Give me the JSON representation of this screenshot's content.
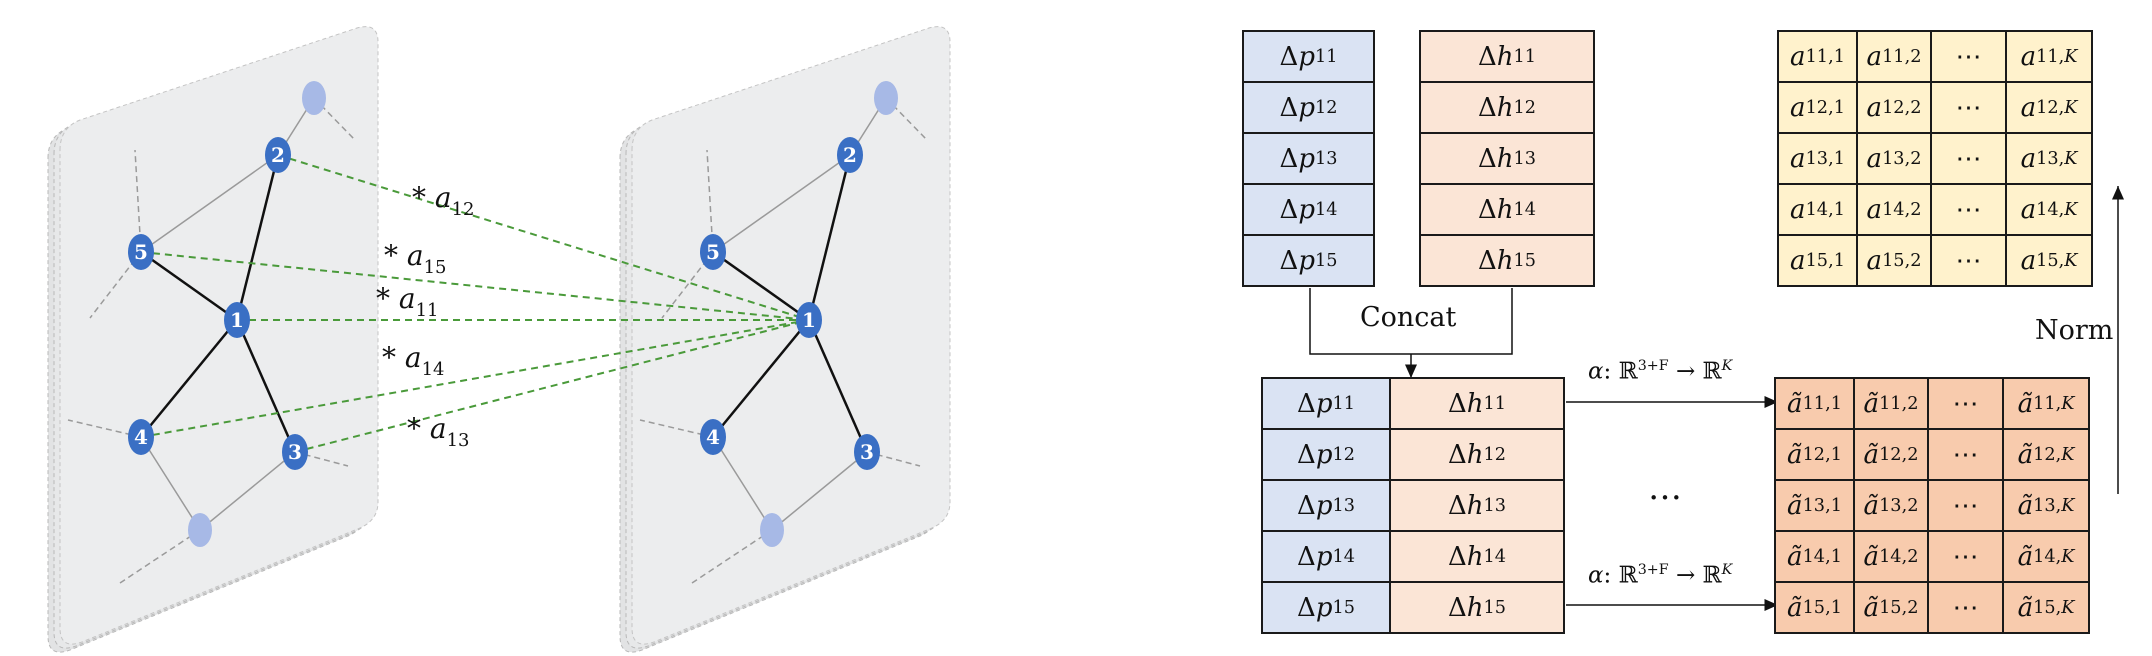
{
  "graph": {
    "nodes": [
      "1",
      "2",
      "3",
      "4",
      "5"
    ],
    "weights": [
      "12",
      "15",
      "11",
      "14",
      "13"
    ],
    "weight_symbol": "a",
    "weight_prefix": "* "
  },
  "delta_p": {
    "symbol": "Δ",
    "var": "p",
    "subs": [
      "11",
      "12",
      "13",
      "14",
      "15"
    ]
  },
  "delta_h": {
    "symbol": "Δ",
    "var": "h",
    "subs": [
      "11",
      "12",
      "13",
      "14",
      "15"
    ]
  },
  "concat_label": "Concat",
  "alpha_label": {
    "prefix": "α: ℝ",
    "exp": "3+F",
    "arrow": " → ℝ",
    "exp2": "K"
  },
  "ellipsis": "…",
  "cdots": "⋯",
  "a_matrix": {
    "var": "a",
    "row_subs": [
      "11",
      "12",
      "13",
      "14",
      "15"
    ],
    "col_subs": [
      "1",
      "2",
      "⋯",
      "K"
    ]
  },
  "a_tilde_matrix": {
    "var": "ã",
    "row_subs": [
      "11",
      "12",
      "13",
      "14",
      "15"
    ],
    "col_subs": [
      "1",
      "2",
      "⋯",
      "K"
    ]
  },
  "norm_label": "Norm",
  "colors": {
    "node": "#3a6fc4",
    "node_faded": "#a7b9e6",
    "panel": "#ecedee",
    "dashed_edge": "#4a9a3a",
    "blue_cell": "#dae3f3",
    "peach_cell": "#fbe5d6",
    "yellow_cell": "#fff2cc",
    "orange_cell": "#f8cbad"
  }
}
